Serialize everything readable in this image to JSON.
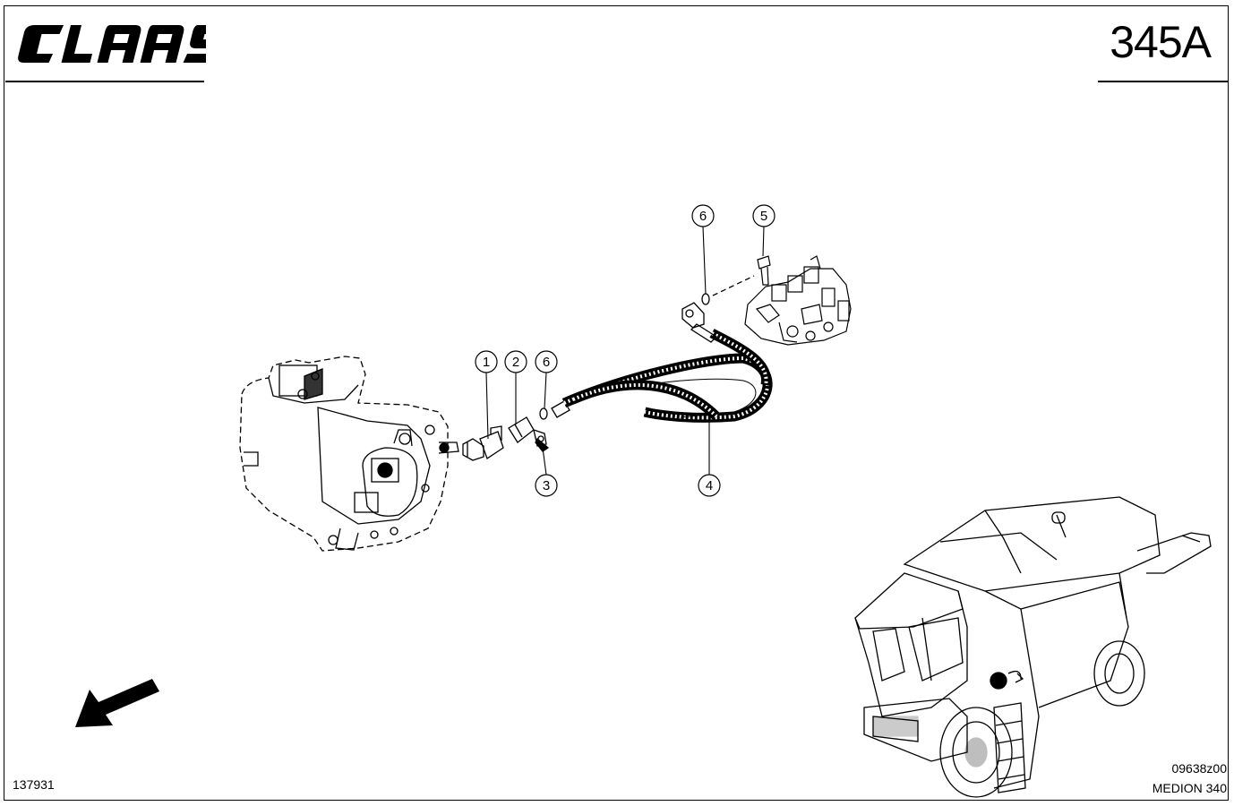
{
  "header": {
    "brand": "CLAAS",
    "page_code": "345A"
  },
  "footer": {
    "sheet_number": "137931",
    "drawing_code": "09638z00",
    "model": "MEDION 340"
  },
  "callouts": [
    {
      "id": "c1",
      "label": "1"
    },
    {
      "id": "c2",
      "label": "2"
    },
    {
      "id": "c6a",
      "label": "6"
    },
    {
      "id": "c3",
      "label": "3"
    },
    {
      "id": "c4",
      "label": "4"
    },
    {
      "id": "c6b",
      "label": "6"
    },
    {
      "id": "c5",
      "label": "5"
    }
  ],
  "icons": {
    "direction_arrow": "arrow-down-left-icon",
    "pump": "hydraulic-pump-illustration",
    "valve_block": "control-valve-block-illustration",
    "machine": "combine-harvester-illustration"
  }
}
